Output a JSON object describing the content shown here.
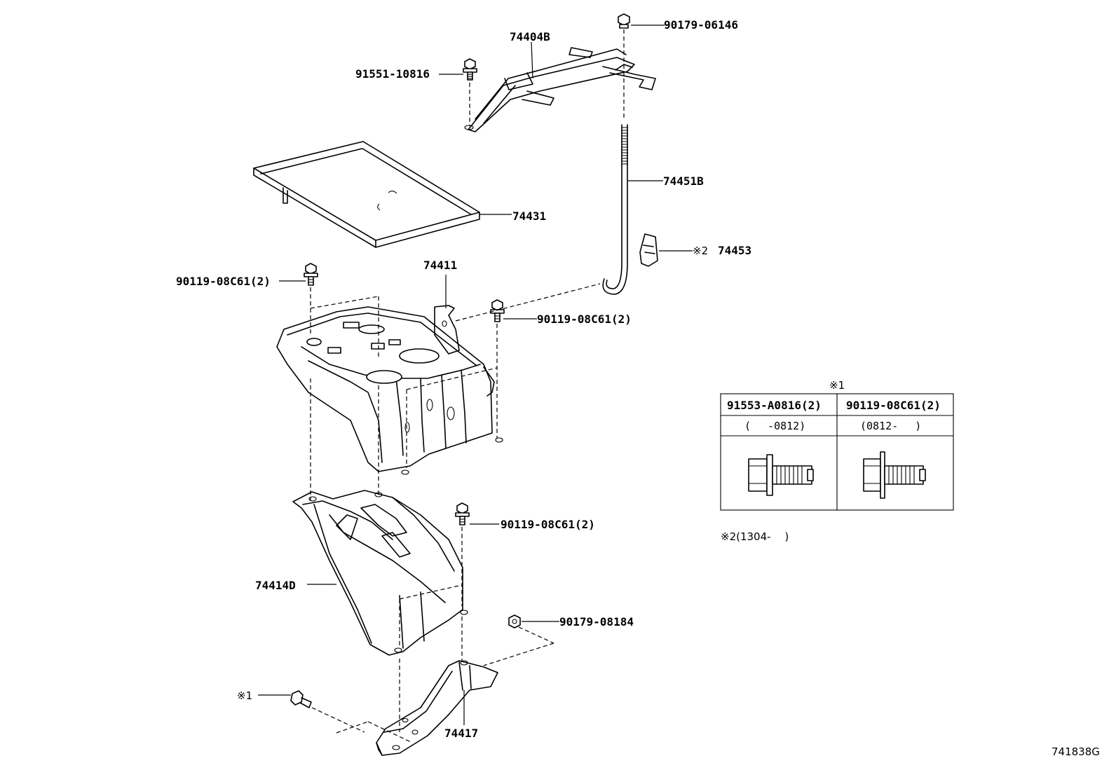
{
  "parts": {
    "p74404b": "74404B",
    "p90179_06146": "90179-06146",
    "p91551_10816": "91551-10816",
    "p74451b": "74451B",
    "p74431": "74431",
    "p74453": "74453",
    "p74453_mark": "※2",
    "p74411": "74411",
    "p90119_upper_left": "90119-08C61(2)",
    "p90119_upper_right": "90119-08C61(2)",
    "p90119_lower": "90119-08C61(2)",
    "p74414d": "74414D",
    "p90179_08184": "90179-08184",
    "p_mark1": "※1",
    "p74417": "74417"
  },
  "ref_table": {
    "title": "※1",
    "col1_part": "91553-A0816(2)",
    "col1_range": "(　 -0812)",
    "col2_part": "90119-08C61(2)",
    "col2_range": "(0812- 　)"
  },
  "note2": "※2(1304- 　)",
  "diagram_id": "741838G"
}
